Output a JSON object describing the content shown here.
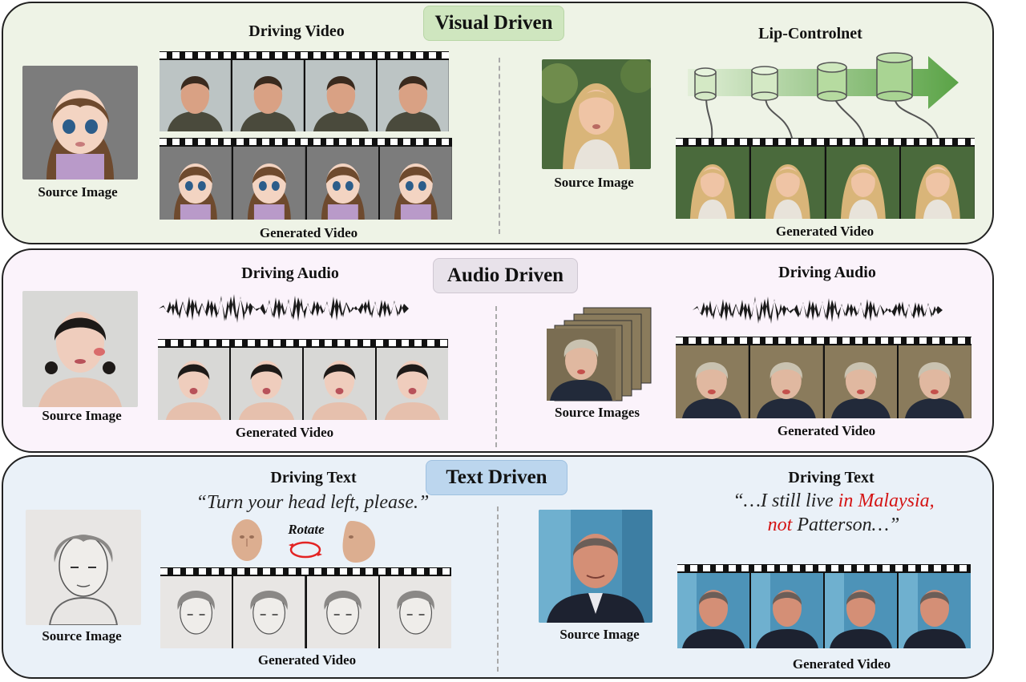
{
  "visual": {
    "badge": "Visual Driven",
    "left": {
      "driving_label": "Driving Video",
      "source_label": "Source Image",
      "generated_label": "Generated Video"
    },
    "right": {
      "module_label": "Lip-Controlnet",
      "source_label": "Source Image",
      "generated_label": "Generated Video"
    }
  },
  "audio": {
    "badge": "Audio Driven",
    "left": {
      "driving_label": "Driving Audio",
      "source_label": "Source Image",
      "generated_label": "Generated Video"
    },
    "right": {
      "driving_label": "Driving Audio",
      "source_label": "Source Images",
      "generated_label": "Generated Video"
    }
  },
  "text": {
    "badge": "Text Driven",
    "left": {
      "driving_label": "Driving Text",
      "quote": "“Turn your head left, please.”",
      "rotate_label": "Rotate",
      "source_label": "Source Image",
      "generated_label": "Generated Video"
    },
    "right": {
      "driving_label": "Driving Text",
      "quote_p1": "“…I still live ",
      "quote_p2": "in Malaysia,",
      "quote_p3": "not",
      "quote_p4": " Patterson…”",
      "source_label": "Source Image",
      "generated_label": "Generated Video"
    }
  },
  "colors": {
    "visual_bg": "#eef3e6",
    "visual_badge": "#cfe6bf",
    "audio_bg": "#fbf3fb",
    "audio_badge": "#e8e2ea",
    "text_bg": "#eaf1f8",
    "text_badge": "#bcd6ee",
    "highlight": "#d41414"
  }
}
